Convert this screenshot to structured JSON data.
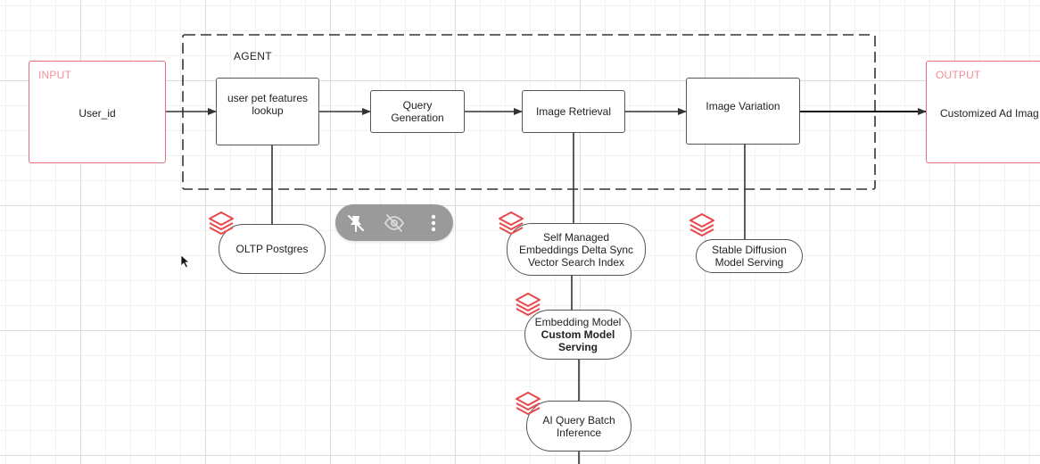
{
  "diagram": {
    "agent_label": "AGENT",
    "input": {
      "label": "INPUT",
      "text": "User_id"
    },
    "output": {
      "label": "OUTPUT",
      "text": "Customized Ad Imag"
    },
    "nodes": {
      "pet_features": "user pet features lookup",
      "query_generation": "Query Generation",
      "image_retrieval": "Image Retrieval",
      "image_variation": "Image Variation"
    },
    "resources": {
      "oltp": "OLTP Postgres",
      "vector_search": [
        "Self Managed",
        "Embeddings Delta Sync",
        "Vector Search Index"
      ],
      "stable_diffusion": [
        "Stable Diffusion",
        "Model Serving"
      ],
      "embedding_model": {
        "line1": "Embedding Model",
        "bold1": "Custom Model",
        "bold2": "Serving"
      },
      "ai_query": [
        "AI Query Batch",
        "Inference"
      ]
    }
  },
  "colors": {
    "io_border": "#e2707c",
    "io_label": "#ef8f98",
    "connector": "#333333",
    "databricks_icon": "#e8484b",
    "toolbar_bg": "#9a9a9a"
  },
  "toolbar": {
    "buttons": [
      {
        "icon": "unpin-icon"
      },
      {
        "icon": "eye-off-icon"
      },
      {
        "icon": "more-vertical-icon"
      }
    ]
  }
}
